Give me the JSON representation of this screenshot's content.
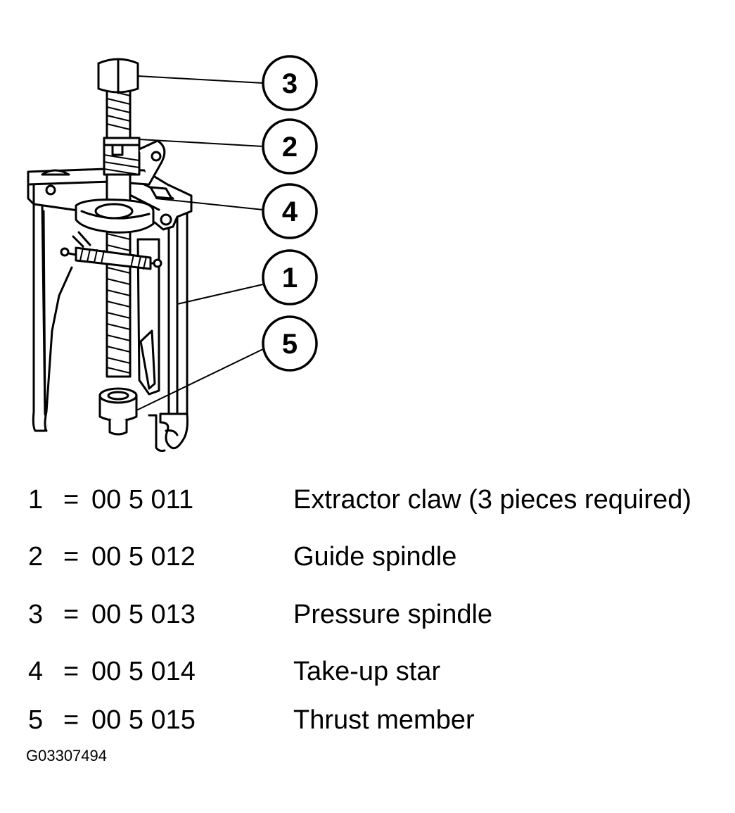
{
  "callouts": [
    {
      "label": "3"
    },
    {
      "label": "2"
    },
    {
      "label": "4"
    },
    {
      "label": "1"
    },
    {
      "label": "5"
    }
  ],
  "legend": [
    {
      "num": "1",
      "eq": "=",
      "part": "00 5 011",
      "desc": "Extractor claw (3 pieces required)"
    },
    {
      "num": "2",
      "eq": "=",
      "part": "00 5 012",
      "desc": "Guide spindle"
    },
    {
      "num": "3",
      "eq": "=",
      "part": "00 5 013",
      "desc": "Pressure spindle"
    },
    {
      "num": "4",
      "eq": "=",
      "part": "00 5 014",
      "desc": "Take-up star"
    },
    {
      "num": "5",
      "eq": "=",
      "part": "00 5 015",
      "desc": "Thrust member"
    }
  ],
  "figure_id": "G03307494"
}
